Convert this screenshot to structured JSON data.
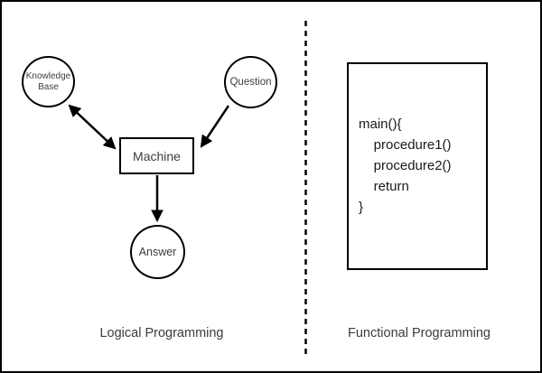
{
  "canvas": {
    "background": "#ffffff",
    "ink_color": "#000000"
  },
  "left_panel": {
    "label": "Logical Programming",
    "nodes": [
      {
        "id": "knowledge-base",
        "shape": "circle",
        "label": "Knowledge\nBase"
      },
      {
        "id": "question",
        "shape": "circle",
        "label": "Question"
      },
      {
        "id": "machine",
        "shape": "rectangle",
        "label": "Machine"
      },
      {
        "id": "answer",
        "shape": "circle",
        "label": "Answer"
      }
    ],
    "edges": [
      {
        "from": "knowledge-base",
        "to": "machine",
        "direction": "both"
      },
      {
        "from": "question",
        "to": "machine",
        "direction": "to"
      },
      {
        "from": "machine",
        "to": "answer",
        "direction": "to"
      }
    ]
  },
  "right_panel": {
    "label": "Functional Programming",
    "code_lines": [
      "main(){",
      "    procedure1()",
      "    procedure2()",
      "    return",
      "}"
    ]
  }
}
